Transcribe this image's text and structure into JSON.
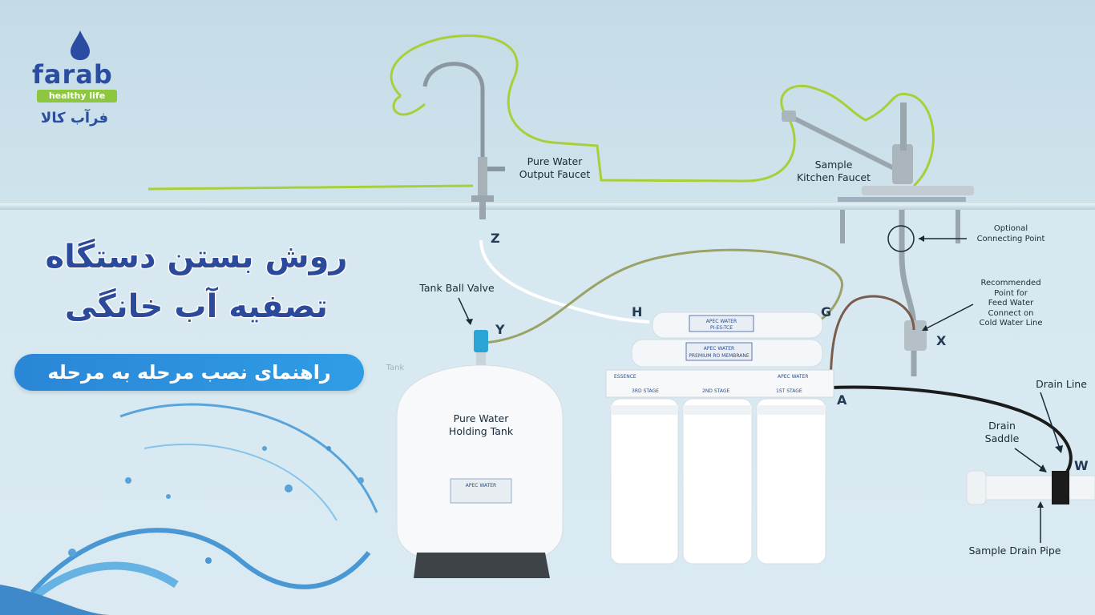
{
  "brand": {
    "name": "farab",
    "tagline": "healthy life",
    "name_fa": "فرآب کالا"
  },
  "headline": {
    "line1": "روش بستن دستگاه",
    "line2": "تصفیه آب خانگی",
    "subtitle": "راهنمای نصب مرحله به مرحله"
  },
  "diagram": {
    "labels": {
      "pure_water_faucet": [
        "Pure Water",
        "Output Faucet"
      ],
      "sample_kitchen_faucet": [
        "Sample",
        "Kitchen Faucet"
      ],
      "optional_connecting_point": [
        "Optional",
        "Connecting Point"
      ],
      "recommended_point": [
        "Recommended",
        "Point for",
        "Feed Water",
        "Connect on",
        "Cold Water Line"
      ],
      "tank_ball_valve": "Tank Ball Valve",
      "pure_water_tank": [
        "Pure Water",
        "Holding Tank"
      ],
      "drain_line": "Drain Line",
      "drain_saddle": [
        "Drain",
        "Saddle"
      ],
      "sample_drain_pipe": "Sample Drain Pipe",
      "tank_faded": "Tank"
    },
    "points": {
      "z": "Z",
      "y": "Y",
      "h": "H",
      "g": "G",
      "x": "X",
      "a": "A",
      "w": "W"
    },
    "unit_text": {
      "essence": "ESSENCE",
      "apec_water": "APEC WATER",
      "stage3": "3RD STAGE",
      "stage2": "2ND STAGE",
      "stage1": "1ST STAGE",
      "membrane_model": "PI-ES-TCE",
      "membrane_label": "PREMIUM RO MEMBRANE"
    }
  },
  "colors": {
    "accent_green": "#a8cf3a",
    "brand_blue": "#2c4a9c",
    "pill_blue": "#2a86d6"
  }
}
